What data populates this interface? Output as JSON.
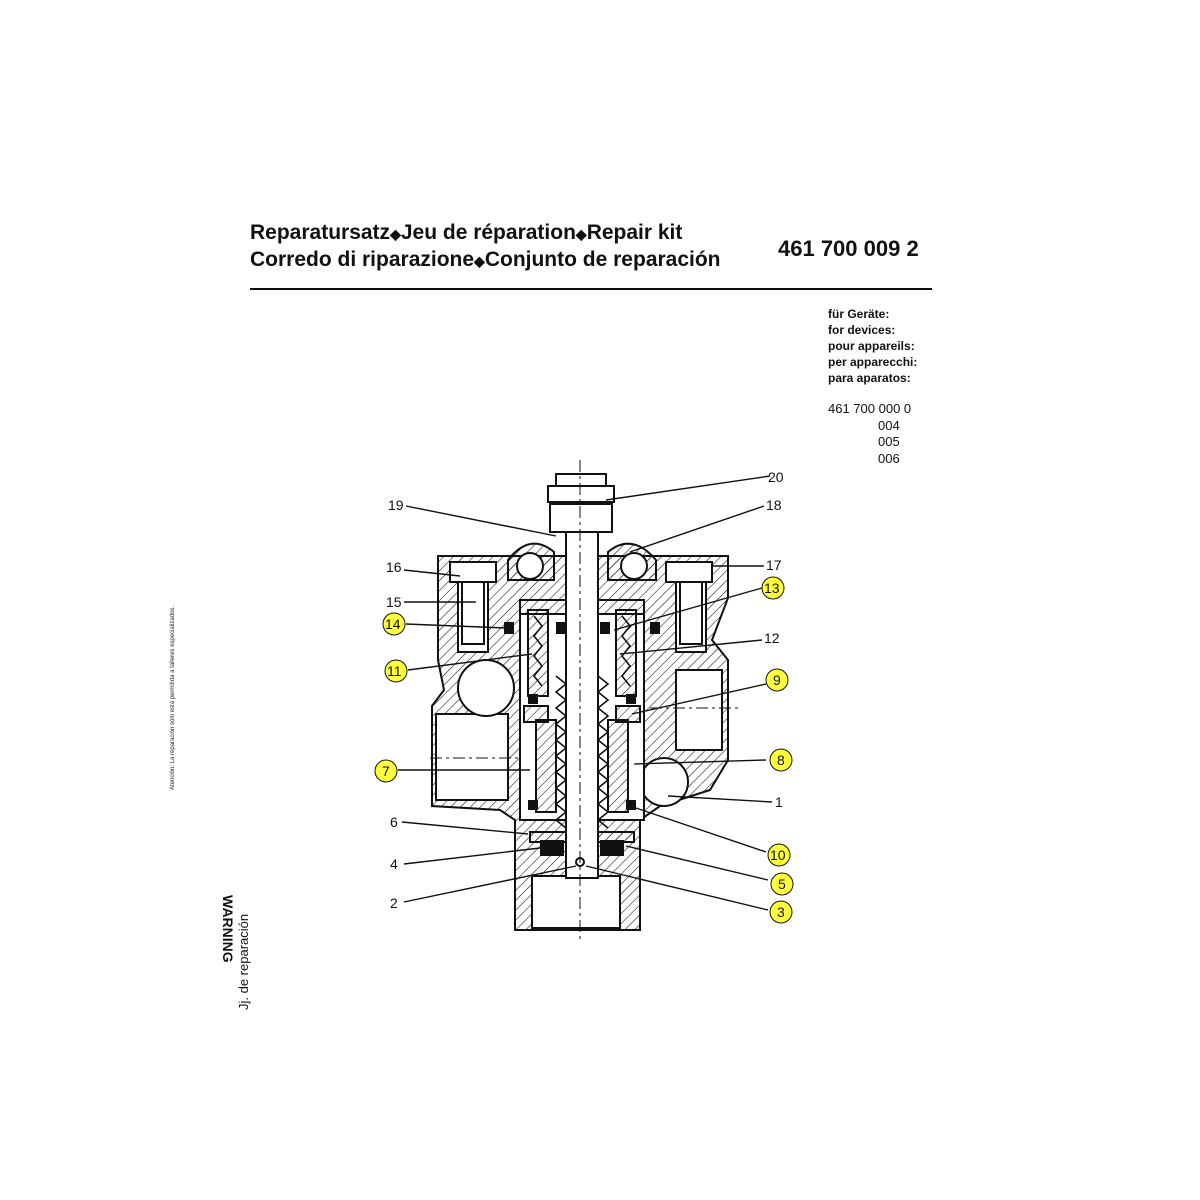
{
  "header": {
    "line1_parts": [
      "Reparatursatz",
      "Jeu de réparation",
      "Repair kit"
    ],
    "line2_parts": [
      "Corredo di riparazione",
      "Conjunto de reparación"
    ],
    "separator": "◆",
    "part_number": "461 700 009 2"
  },
  "devices": {
    "labels": [
      "für Geräte:",
      "for devices:",
      "pour appareils:",
      "per apparecchi:",
      "para aparatos:"
    ],
    "numbers": [
      "461 700 000 0",
      "004",
      "005",
      "006"
    ]
  },
  "side_text": {
    "notice": "Atención: La reparación sólo está permitida a talleres especializados.",
    "warning": "WARNING",
    "bottom": "Jj. de reparación"
  },
  "callouts": {
    "left": [
      "19",
      "16",
      "15",
      "14",
      "11",
      "7",
      "6",
      "4",
      "2"
    ],
    "right": [
      "20",
      "18",
      "17",
      "13",
      "12",
      "9",
      "8",
      "1",
      "10",
      "5",
      "3"
    ],
    "highlighted": [
      "14",
      "11",
      "7",
      "13",
      "9",
      "8",
      "10",
      "5",
      "3"
    ]
  },
  "colors": {
    "highlight": "#ffff3a",
    "ink": "#111111"
  }
}
